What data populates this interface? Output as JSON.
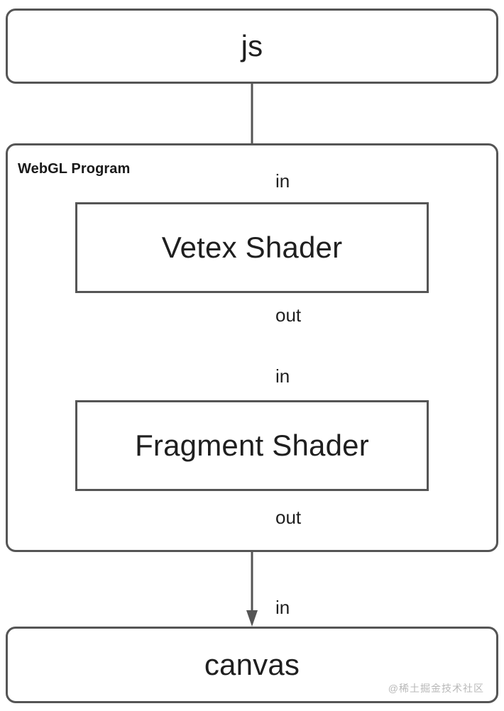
{
  "diagram": {
    "title": "WebGL rendering pipeline",
    "background_color": "#ffffff",
    "stroke_color": "#555555",
    "text_color": "#1f1f1f",
    "nodes": [
      {
        "id": "js",
        "label": "js",
        "shape": "rounded-rect"
      },
      {
        "id": "vertex",
        "label": "Vetex Shader",
        "shape": "rect"
      },
      {
        "id": "fragment",
        "label": "Fragment Shader",
        "shape": "rect"
      },
      {
        "id": "canvas",
        "label": "canvas",
        "shape": "rounded-rect"
      }
    ],
    "groups": [
      {
        "id": "webgl_program",
        "label": "WebGL Program",
        "contains": [
          "vertex",
          "fragment"
        ]
      }
    ],
    "edges": [
      {
        "from": "js",
        "to": "vertex",
        "label": "in",
        "arrow": "down"
      },
      {
        "from": "vertex",
        "to": "fragment",
        "label_out": "out",
        "label_in": "in",
        "arrow": "down"
      },
      {
        "from": "fragment",
        "to": "canvas",
        "label_out": "out",
        "label_in": "in",
        "arrow": "down"
      }
    ],
    "edge_labels": {
      "js_to_vertex_in": "in",
      "vertex_out": "out",
      "fragment_in": "in",
      "fragment_out": "out",
      "canvas_in": "in"
    }
  },
  "watermark": {
    "text": "@稀土掘金技术社区"
  }
}
